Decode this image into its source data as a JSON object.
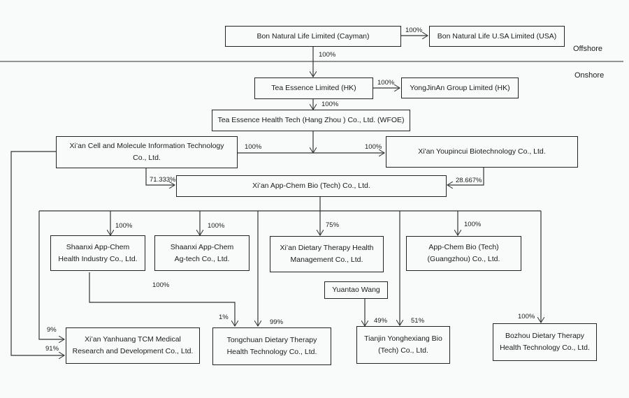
{
  "zones": {
    "offshore": "Offshore",
    "onshore": "Onshore"
  },
  "entities": {
    "cayman": "Bon Natural Life Limited (Cayman)",
    "usa": "Bon Natural Life U.SA Limited (USA)",
    "tea_hk": "Tea Essence Limited (HK)",
    "yongjinan": "YongJinAn Group Limited (HK)",
    "wfoe": "Tea Essence Health Tech (Hang Zhou ) Co., Ltd. (WFOE)",
    "cell": "Xi’an Cell and Molecule Information Technology Co., Ltd.",
    "youpincui": "Xi'an Youpincui Biotechnology Co., Ltd.",
    "appchem": "Xi’an App-Chem Bio (Tech) Co., Ltd.",
    "shaanxi_health": "Shaanxi App-Chem Health Industry Co., Ltd.",
    "shaanxi_ag": "Shaanxi App-Chem Ag-tech Co., Ltd.",
    "dietary_mgmt": "Xi’an Dietary Therapy Health Management Co., Ltd.",
    "guangzhou": "App-Chem Bio (Tech) (Guangzhou) Co., Ltd.",
    "yuantao": "Yuantao Wang",
    "yanhuang": "Xi’an Yanhuang TCM Medical Research and Development  Co., Ltd.",
    "tongchuan": "Tongchuan Dietary Therapy Health Technology Co., Ltd.",
    "tianjin": "Tianjin Yonghexiang Bio (Tech) Co., Ltd.",
    "bozhou": "Bozhou Dietary Therapy Health Technology Co., Ltd."
  },
  "ownership": {
    "cayman_usa": "100%",
    "cayman_tea": "100%",
    "tea_yongjinan": "100%",
    "tea_wfoe": "100%",
    "wfoe_cell": "100%",
    "wfoe_youpincui": "100%",
    "cell_appchem": "71.333%",
    "youpincui_appchem": "28.667%",
    "appchem_shaanxi_health": "100%",
    "appchem_shaanxi_ag": "100%",
    "appchem_dietary_mgmt": "75%",
    "appchem_guangzhou": "100%",
    "shaanxi_health_tongchuan": "100%",
    "tongchuan_1": "1%",
    "appchem_tongchuan": "99%",
    "appchem_yanhuang": "9%",
    "cell_yanhuang": "91%",
    "yuantao_tianjin": "49%",
    "appchem_tianjin": "51%",
    "appchem_bozhou": "100%"
  }
}
